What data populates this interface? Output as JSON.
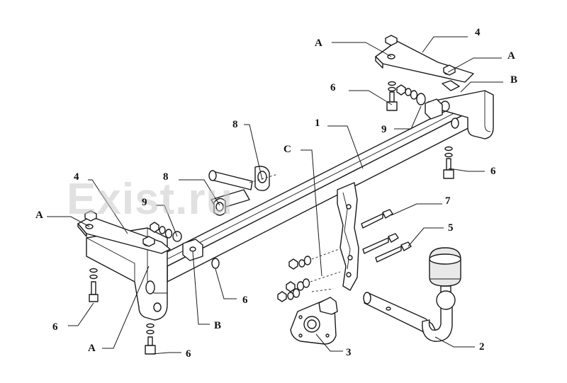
{
  "watermark": "Exist.ru",
  "labels": {
    "l1": "1",
    "l2": "2",
    "l3": "3",
    "l4_top": "4",
    "l4_left": "4",
    "l5": "5",
    "l6_top_left": "6",
    "l6_top_right": "6",
    "l6_mid": "6",
    "l6_left": "6",
    "l6_bottom": "6",
    "l7": "7",
    "l8_top": "8",
    "l8_mid": "8",
    "l9_left": "9",
    "l9_right": "9",
    "a_top_left": "A",
    "a_top_right": "A",
    "a_left": "A",
    "a_bottom": "A",
    "b_right": "B",
    "b_bottom": "B",
    "c": "C"
  }
}
